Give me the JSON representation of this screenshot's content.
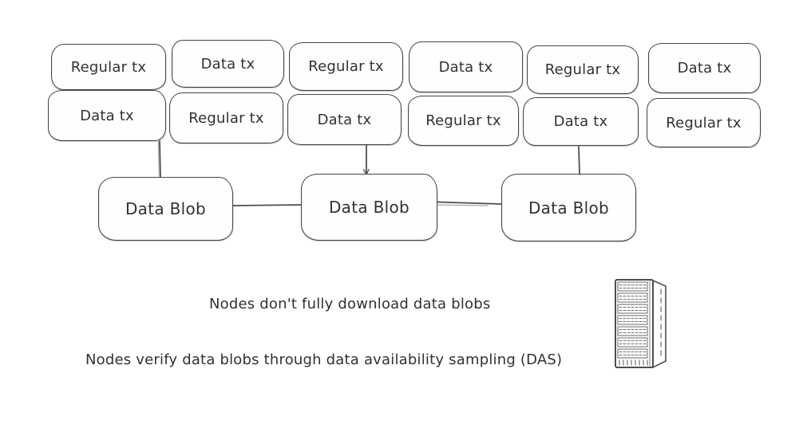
{
  "diagram": {
    "tx_rows": {
      "row1": [
        "Regular tx",
        "Data tx",
        "Regular tx",
        "Data tx",
        "Regular tx",
        "Data tx"
      ],
      "row2": [
        "Data tx",
        "Regular tx",
        "Data tx",
        "Regular tx",
        "Data tx",
        "Regular tx"
      ]
    },
    "blobs": [
      "Data Blob",
      "Data Blob",
      "Data Blob"
    ],
    "notes": [
      "Nodes don't fully download data blobs",
      "Nodes verify data blobs through data availability sampling (DAS)"
    ],
    "icons": [
      {
        "name": "server-rack-icon",
        "meaning": "node server rack"
      }
    ],
    "colors": {
      "background": "#ffffff",
      "ink": "#43464b",
      "connector": "#4b4e53",
      "text": "#2e3236",
      "box_fill": "#fefefe"
    }
  }
}
